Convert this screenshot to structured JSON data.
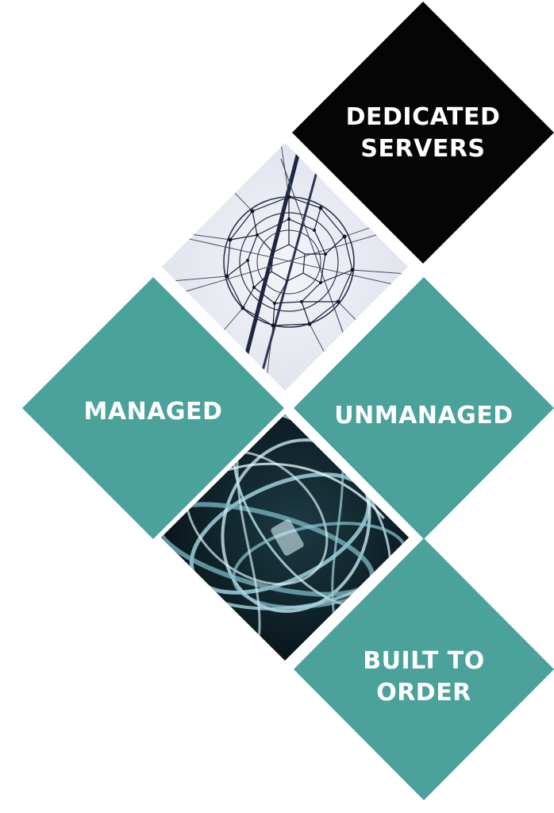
{
  "tiles": {
    "dedicated": {
      "label": "DEDICATED\nSERVERS"
    },
    "managed": {
      "label": "MANAGED"
    },
    "unmanaged": {
      "label": "UNMANAGED"
    },
    "built": {
      "label": "BUILT TO\nORDER"
    }
  },
  "images": {
    "geodesic": {
      "icon": "geodesic-sphere-image"
    },
    "glass": {
      "icon": "glass-tubes-image"
    }
  },
  "colors": {
    "dark": "#050505",
    "teal": "#4ba29b",
    "photo_light": "#eef0f5",
    "photo_dark": "#07161d"
  }
}
